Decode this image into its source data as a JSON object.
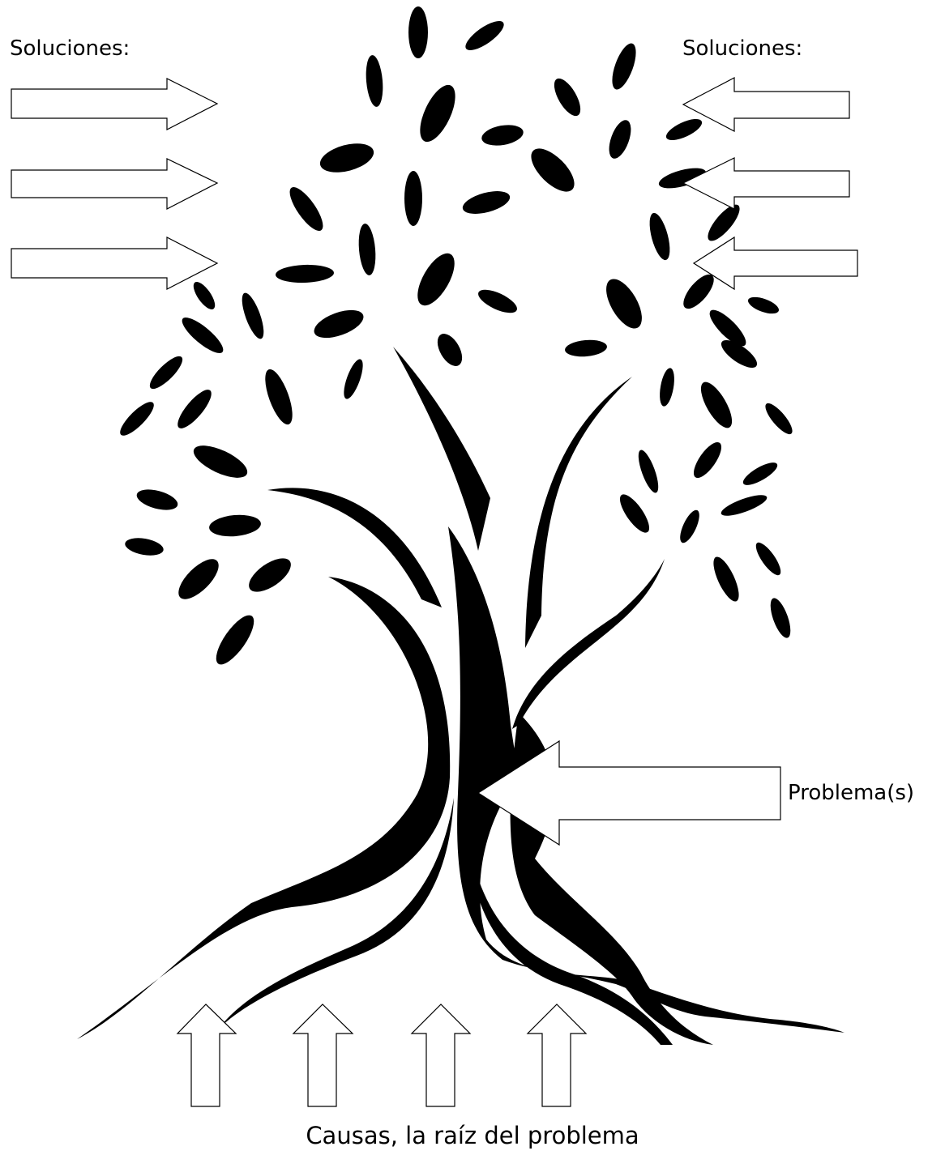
{
  "diagram": {
    "solutions_label_left": "Soluciones:",
    "solutions_label_right": "Soluciones:",
    "problem_label": "Problema(s)",
    "causes_label": "Causas, la raíz del problema"
  },
  "colors": {
    "ink": "#000000",
    "background": "#ffffff"
  }
}
